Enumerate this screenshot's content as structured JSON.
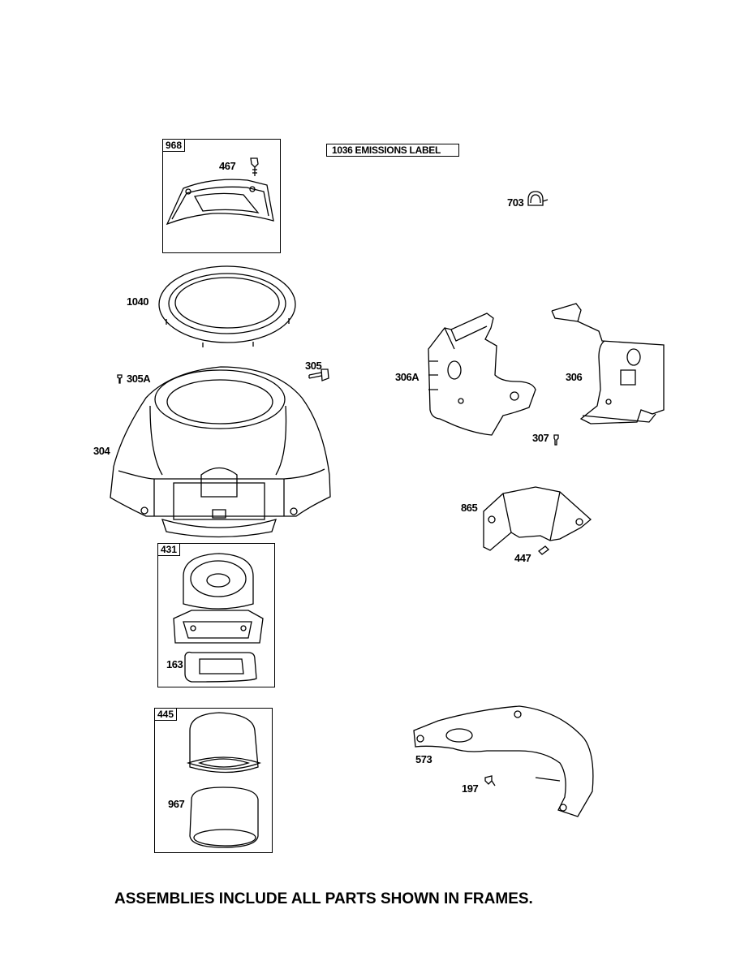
{
  "frames": {
    "f968": {
      "tag": "968"
    },
    "f431": {
      "tag": "431"
    },
    "f445": {
      "tag": "445"
    }
  },
  "emissions_label": "1036 EMISSIONS LABEL",
  "callouts": {
    "c467": "467",
    "c703": "703",
    "c1040": "1040",
    "c305": "305",
    "c305A": "305A",
    "c306A": "306A",
    "c306": "306",
    "c304": "304",
    "c307": "307",
    "c865": "865",
    "c447": "447",
    "c163": "163",
    "c573": "573",
    "c197": "197",
    "c967": "967"
  },
  "footer_note": "ASSEMBLIES INCLUDE ALL PARTS SHOWN IN FRAMES."
}
